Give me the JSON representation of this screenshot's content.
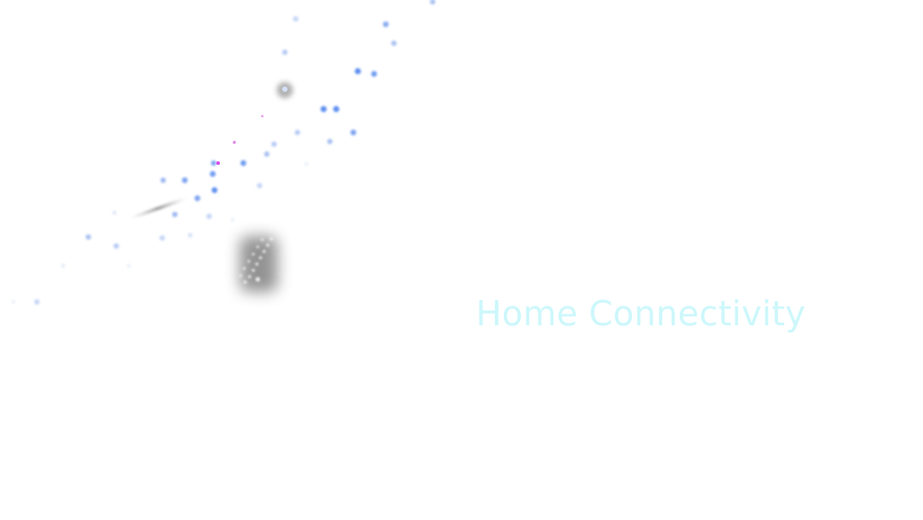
{
  "screen": {
    "title": "Home Connectivity"
  },
  "colors": {
    "background": "#ffffff",
    "title_text": "#ccf7fb",
    "particle_blue": "#5b8ef0",
    "particle_light_blue": "#b9cdf6",
    "particle_magenta": "#d24ce6",
    "device_shadow": "#7a7a7a"
  },
  "decorations": {
    "particle_field_icon": "particle-stream",
    "device_icon": "phone-shadow-with-light-dots",
    "streak_icon": "comet-streak"
  }
}
